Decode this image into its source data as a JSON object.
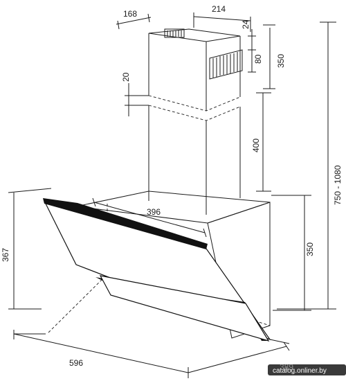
{
  "dimensions": {
    "chimney_depth": "168",
    "chimney_width": "214",
    "vent_offset": "24",
    "vent_height": "80",
    "upper_chimney_height": "350",
    "overlap": "20",
    "lower_chimney_height": "400",
    "total_height": "750 - 1080",
    "body_width": "396",
    "hood_height_left": "367",
    "hood_height_right": "350",
    "hood_width": "596",
    "hood_depth": "389"
  },
  "watermark": "catalog.onliner.by"
}
